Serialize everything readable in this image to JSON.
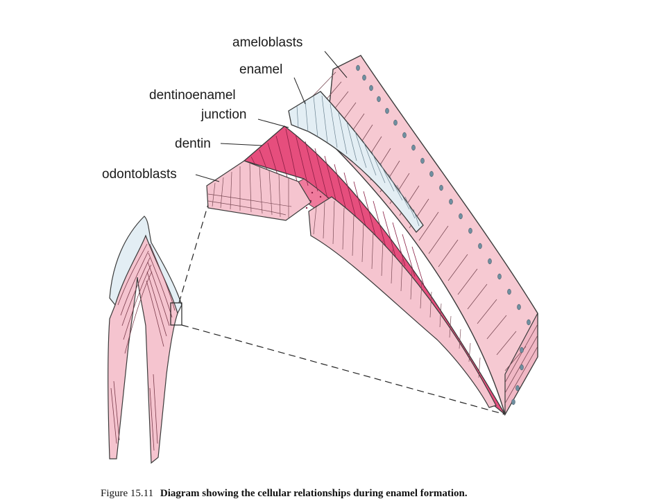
{
  "labels": {
    "ameloblasts": "ameloblasts",
    "enamel": "enamel",
    "dej_line1": "dentinoenamel",
    "dej_line2": "junction",
    "dentin": "dentin",
    "odontoblasts": "odontoblasts"
  },
  "caption": {
    "number": "Figure 15.11",
    "text": "Diagram showing the cellular relationships during enamel formation."
  },
  "colors": {
    "ameloblast_pink": "#f6c9d2",
    "enamel_blue": "#e3eef4",
    "dentin_magenta": "#e64e7d",
    "odontoblast_pink": "#f5c4cf",
    "nucleus": "#6f8fa0",
    "outline": "#3a3a3a"
  }
}
